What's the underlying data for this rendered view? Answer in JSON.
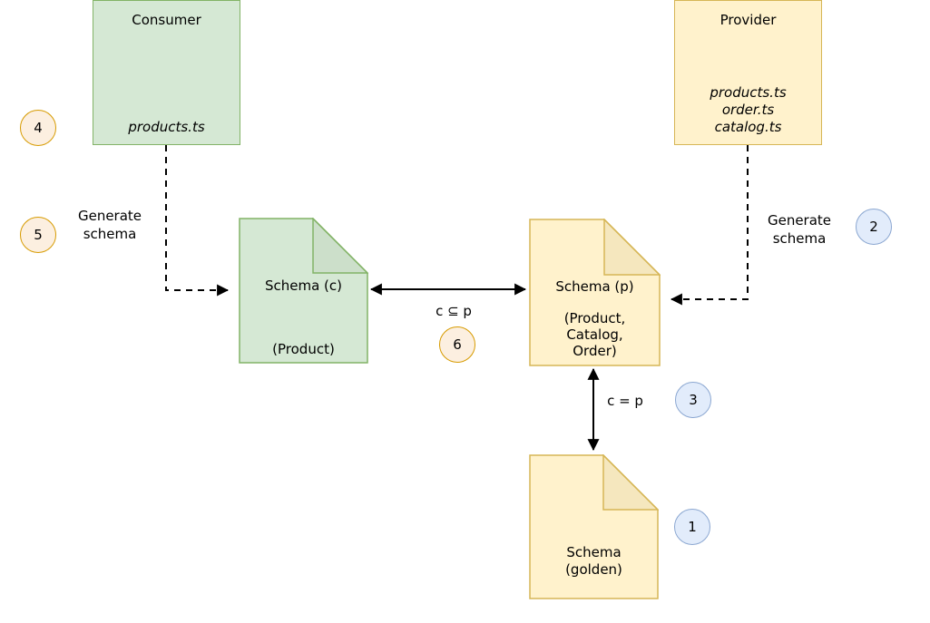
{
  "diagram": {
    "consumer": {
      "title": "Consumer",
      "files": [
        "products.ts"
      ]
    },
    "provider": {
      "title": "Provider",
      "files": [
        "products.ts",
        "order.ts",
        "catalog.ts"
      ]
    },
    "schema_c": {
      "title": "Schema (c)",
      "subtitle": "(Product)"
    },
    "schema_p": {
      "title": "Schema (p)",
      "subtitle_lines": [
        "(Product,",
        "Catalog,",
        "Order)"
      ]
    },
    "schema_golden": {
      "title_lines": [
        "Schema",
        "(golden)"
      ]
    },
    "labels": {
      "generate_schema_left": [
        "Generate",
        "schema"
      ],
      "generate_schema_right": [
        "Generate",
        "schema"
      ],
      "subset_relation": "c ⊆ p",
      "equals_relation": "c = p"
    },
    "steps": {
      "step1": "1",
      "step2": "2",
      "step3": "3",
      "step4": "4",
      "step5": "5",
      "step6": "6"
    },
    "colors": {
      "green_fill": "#d5e8d4",
      "green_stroke": "#82b366",
      "yellow_fill": "#fff2cc",
      "yellow_stroke": "#d6b656",
      "orange_circle_fill": "#fcefe0",
      "orange_circle_stroke": "#d79b00",
      "blue_circle_fill": "#e2ecfb",
      "blue_circle_stroke": "#8ba7d1",
      "arrow_color": "#000000"
    }
  }
}
